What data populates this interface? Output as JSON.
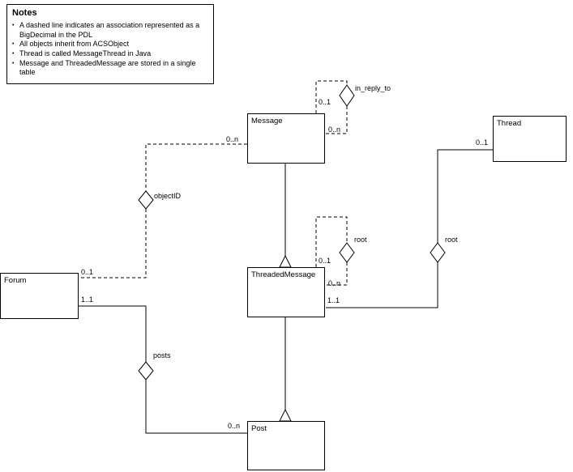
{
  "notes": {
    "title": "Notes",
    "items": [
      "A dashed line indicates an association represented as a BigDecimal in the PDL",
      "All objects inherit from ACSObject",
      "Thread is called MessageThread in Java",
      "Message and ThreadedMessage are stored in a single table"
    ]
  },
  "classes": {
    "message": "Message",
    "thread": "Thread",
    "threaded_message": "ThreadedMessage",
    "forum": "Forum",
    "post": "Post"
  },
  "labels": {
    "in_reply_to": "in_reply_to",
    "in_reply_to_m_source": "0..1",
    "in_reply_to_m_target": "0..n",
    "object_id": "objectID",
    "object_id_m_message": "0..n",
    "object_id_m_forum": "0..1",
    "root_self": "root",
    "root_self_m_source": "0..1",
    "root_self_m_target": "0..n",
    "thread_root": "root",
    "thread_root_m_thread": "0..1",
    "thread_root_m_tm": "1..1",
    "posts": "posts",
    "posts_m_forum": "1..1",
    "posts_m_post": "0..n"
  }
}
